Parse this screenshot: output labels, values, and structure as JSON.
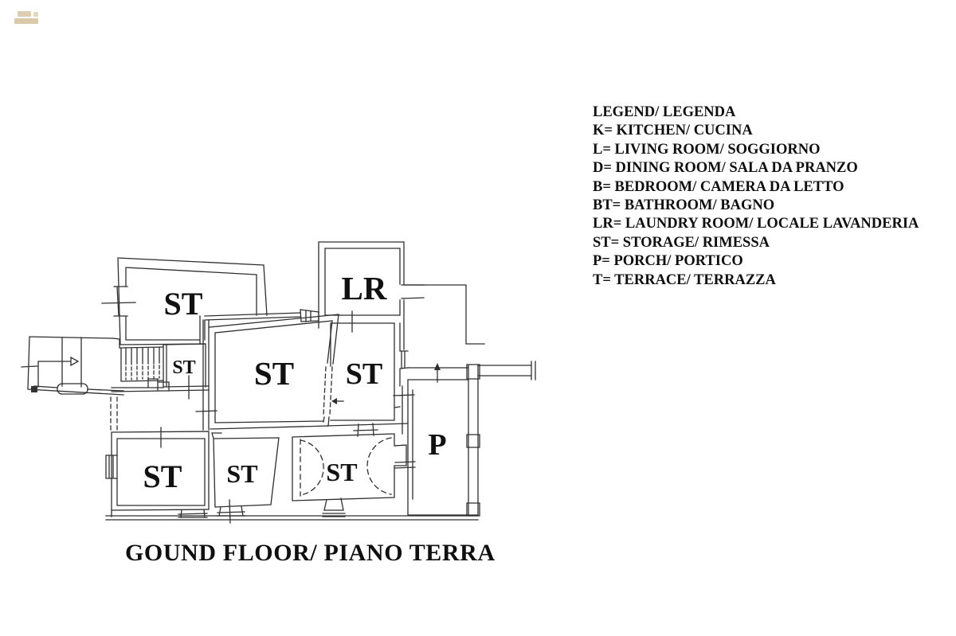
{
  "watermark": {
    "color": "#d9c6a4"
  },
  "legend": {
    "title": "LEGEND/ LEGENDA",
    "items": [
      "K= KITCHEN/ CUCINA",
      "L= LIVING ROOM/ SOGGIORNO",
      "D= DINING ROOM/ SALA DA PRANZO",
      "B= BEDROOM/ CAMERA DA LETTO",
      "BT= BATHROOM/ BAGNO",
      "LR= LAUNDRY ROOM/ LOCALE LAVANDERIA",
      "ST= STORAGE/ RIMESSA",
      "P= PORCH/ PORTICO",
      "T= TERRACE/ TERRAZZA"
    ]
  },
  "floor_plan": {
    "caption": "GOUND FLOOR/ PIANO TERRA",
    "line_color": "#2e2e2e",
    "rooms": [
      {
        "id": "st-upper-left",
        "label": "ST"
      },
      {
        "id": "lr-laundry",
        "label": "LR"
      },
      {
        "id": "st-stairwell",
        "label": "ST"
      },
      {
        "id": "st-center",
        "label": "ST"
      },
      {
        "id": "st-mid-right",
        "label": "ST"
      },
      {
        "id": "st-lower-left",
        "label": "ST"
      },
      {
        "id": "st-lower-middle",
        "label": "ST"
      },
      {
        "id": "st-lower-right",
        "label": "ST"
      },
      {
        "id": "porch",
        "label": "P"
      }
    ]
  }
}
